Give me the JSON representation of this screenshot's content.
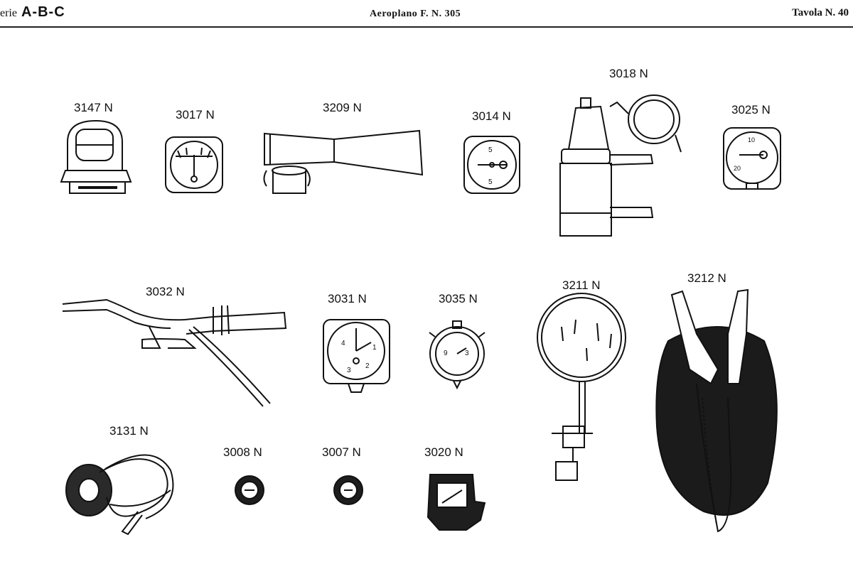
{
  "header": {
    "serie_prefix": "erie",
    "serie_name": "A-B-C",
    "title": "Aeroplano F. N. 305",
    "plate": "Tavola N. 40"
  },
  "labels": {
    "i3147": "3147 N",
    "i3017": "3017 N",
    "i3209": "3209 N",
    "i3014": "3014 N",
    "i3018": "3018 N",
    "i3025": "3025 N",
    "i3032": "3032 N",
    "i3031": "3031 N",
    "i3035": "3035 N",
    "i3211": "3211 N",
    "i3212": "3212 N",
    "i3131": "3131 N",
    "i3008": "3008 N",
    "i3007": "3007 N",
    "i3020": "3020 N"
  }
}
